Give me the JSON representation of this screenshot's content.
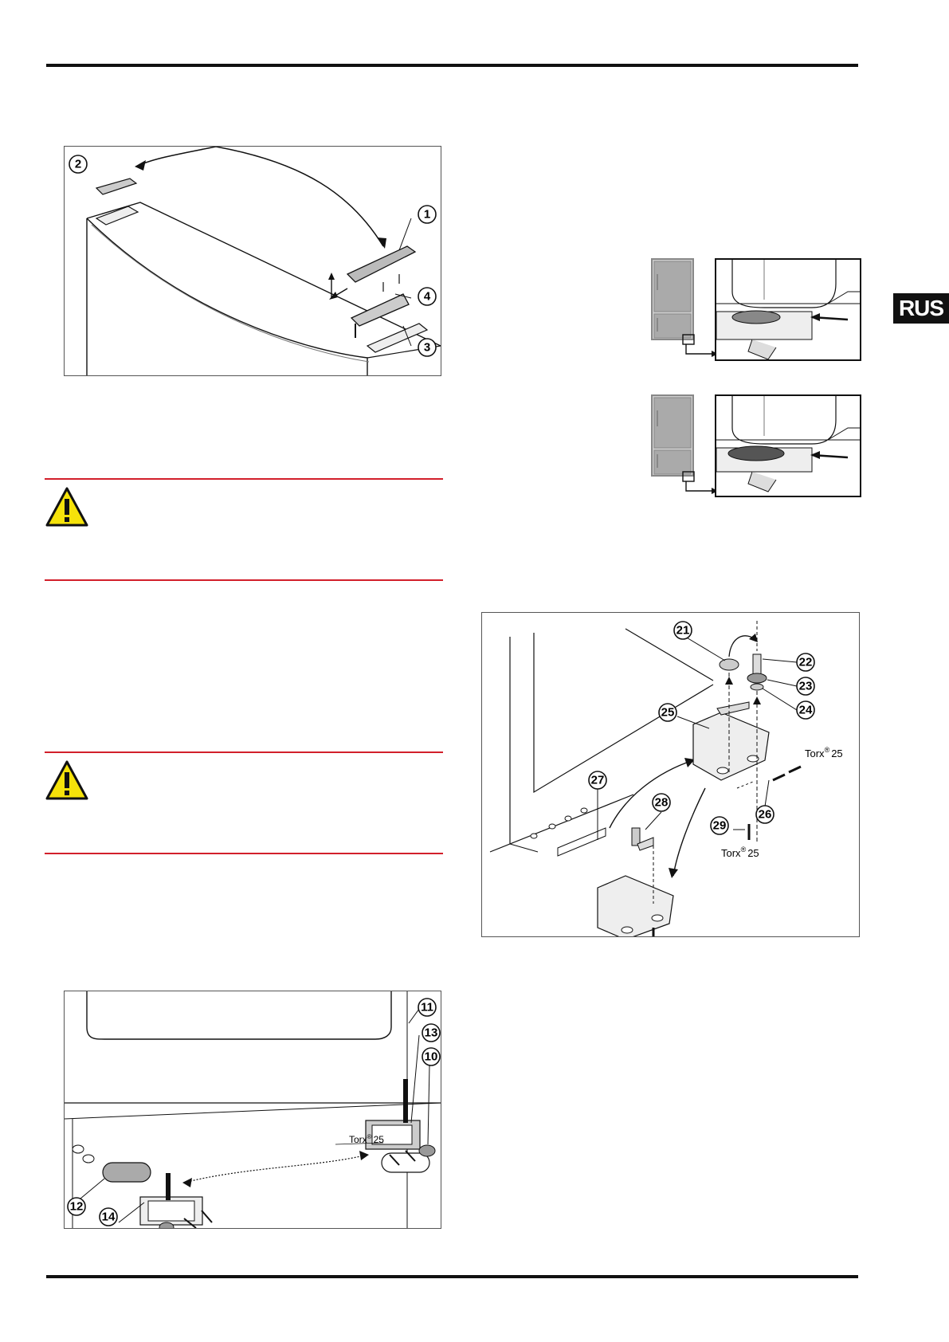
{
  "language_tab": "RUS",
  "figure1": {
    "callouts": [
      "1",
      "2",
      "3",
      "4"
    ]
  },
  "figure2": {
    "callouts": [
      "10",
      "11",
      "12",
      "13",
      "14"
    ],
    "torx_label": "Torx",
    "torx_sup": "®",
    "torx_size": "25"
  },
  "figure3": {
    "callouts": [
      "21",
      "22",
      "23",
      "24",
      "25",
      "26",
      "27",
      "28",
      "29"
    ],
    "torx_label": "Torx",
    "torx_sup": "®",
    "torx_size": "25"
  },
  "colors": {
    "warning_rule": "#d21f2b",
    "warning_triangle": "#f5e20a",
    "tab_bg": "#111111"
  },
  "icons": [
    "warning-icon",
    "warning-icon"
  ]
}
